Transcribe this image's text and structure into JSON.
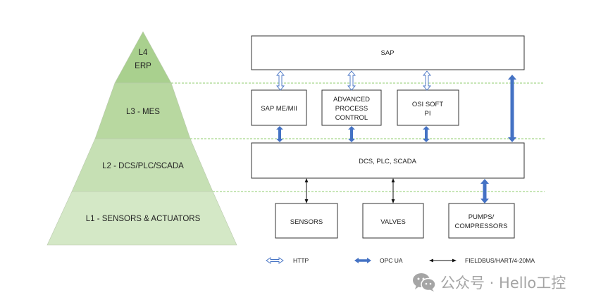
{
  "pyramid": {
    "levels": [
      {
        "id": "l4",
        "lines": [
          "L4",
          "ERP"
        ],
        "color": "#a9d08e"
      },
      {
        "id": "l3",
        "lines": [
          "L3 - MES"
        ],
        "color": "#b8d8a0"
      },
      {
        "id": "l2",
        "lines": [
          "L2 - DCS/PLC/SCADA"
        ],
        "color": "#c6e0b4"
      },
      {
        "id": "l1",
        "lines": [
          "L1 - SENSORS & ACTUATORS"
        ],
        "color": "#d4e8c6"
      }
    ]
  },
  "boxes": {
    "sap": [
      "SAP"
    ],
    "sap_me_mii": [
      "SAP ME/MII"
    ],
    "apc": [
      "ADVANCED",
      "PROCESS",
      "CONTROL"
    ],
    "osi": [
      "OSI SOFT",
      "PI"
    ],
    "dcs": [
      "DCS, PLC, SCADA"
    ],
    "sensors": [
      "SENSORS"
    ],
    "valves": [
      "VALVES"
    ],
    "pumps": [
      "PUMPS/",
      "COMPRESSORS"
    ]
  },
  "legend": {
    "http": "HTTP",
    "opc": "OPC UA",
    "fieldbus": "FIELDBUS/HART/4-20MA"
  },
  "colors": {
    "opc_blue": "#4472c4",
    "divider_green": "#8fce6e",
    "box_border": "#333333"
  },
  "watermark": {
    "icon": "wechat-icon",
    "text": "公众号 · Hello工控"
  }
}
